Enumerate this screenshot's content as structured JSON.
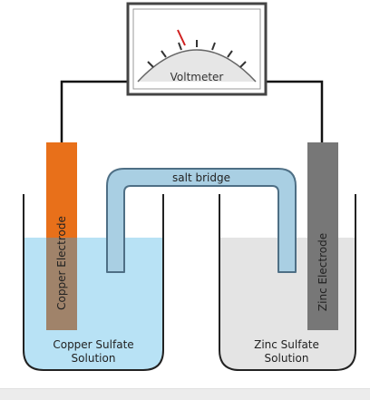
{
  "diagram": {
    "voltmeter_label": "Voltmeter",
    "salt_bridge_label": "salt bridge",
    "copper_electrode_label": "Copper Electrode",
    "zinc_electrode_label": "Zinc Electrode",
    "left_beaker_label_line1": "Copper Sulfate",
    "left_beaker_label_line2": "Solution",
    "right_beaker_label_line1": "Zinc Sulfate",
    "right_beaker_label_line2": "Solution"
  },
  "colors": {
    "copper_electrode": "#e8701a",
    "zinc_electrode": "#777777",
    "copper_solution": "#b8e2f5",
    "zinc_solution": "#e4e4e4",
    "salt_bridge": "#a9cfe3",
    "voltmeter_needle": "#d02020",
    "wire": "#111111"
  }
}
